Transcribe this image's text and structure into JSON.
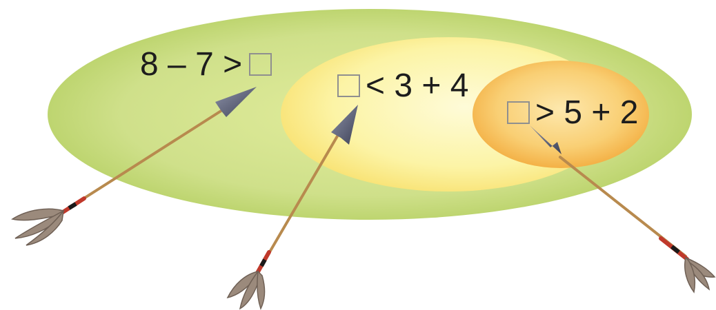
{
  "expressions": {
    "outer": {
      "text": "8 – 7 >",
      "blank_position": "after"
    },
    "middle": {
      "text": "< 3 + 4",
      "blank_position": "before"
    },
    "inner": {
      "text": "> 5 + 2",
      "blank_position": "before"
    }
  },
  "colors": {
    "outer_region": "#c9dc7e",
    "middle_region": "#fbf29a",
    "inner_region": "#f6c25a",
    "blank_border": "#8f8f8f",
    "arrow_shaft": "#b88a4e",
    "arrow_band": "#c0392b",
    "arrow_head": "#5a5e75",
    "feather": "#9b8a7c"
  },
  "icons": {
    "arrow": "arrow-icon",
    "feather": "feather-fletching-icon"
  }
}
